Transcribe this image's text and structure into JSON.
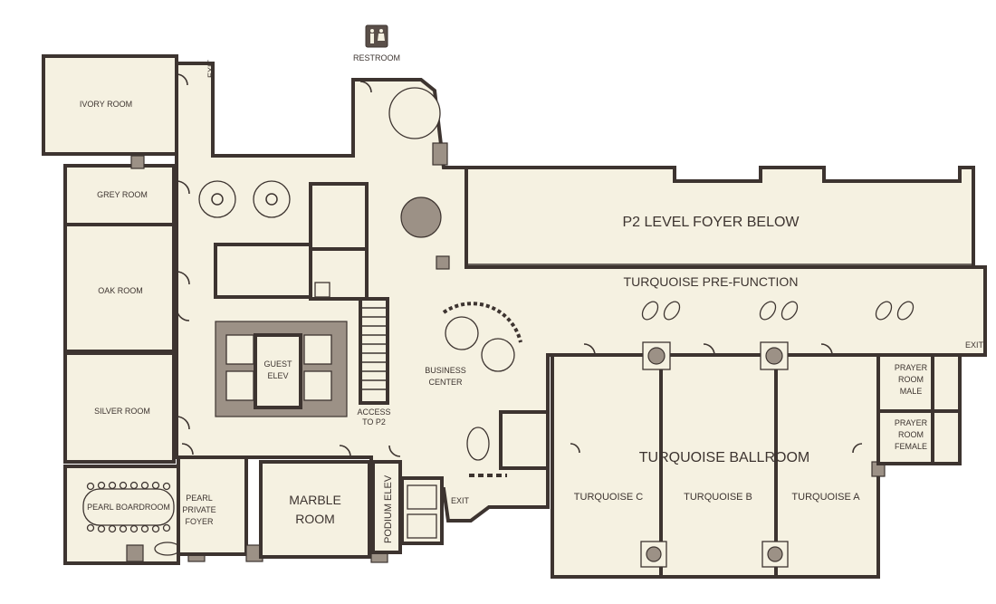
{
  "rooms": {
    "ivory": "IVORY ROOM",
    "grey": "GREY ROOM",
    "oak": "OAK ROOM",
    "silver": "SILVER ROOM",
    "pearl_boardroom": "PEARL BOARDROOM",
    "pearl_foyer_1": "PEARL",
    "pearl_foyer_2": "PRIVATE",
    "pearl_foyer_3": "FOYER",
    "marble_1": "MARBLE",
    "marble_2": "ROOM",
    "podium_elev": "PODIUM ELEV",
    "guest_elev_1": "GUEST",
    "guest_elev_2": "ELEV",
    "access_1": "ACCESS",
    "access_2": "TO P2",
    "business_1": "BUSINESS",
    "business_2": "CENTER",
    "restroom": "RESTROOM",
    "p2_foyer": "P2 LEVEL FOYER BELOW",
    "prefunction": "TURQUOISE PRE-FUNCTION",
    "ballroom": "TURQUOISE BALLROOM",
    "turq_a": "TURQUOISE A",
    "turq_b": "TURQUOISE B",
    "turq_c": "TURQUOISE C",
    "prayer_male_1": "PRAYER",
    "prayer_male_2": "ROOM",
    "prayer_male_3": "MALE",
    "prayer_female_1": "PRAYER",
    "prayer_female_2": "ROOM",
    "prayer_female_3": "FEMALE"
  },
  "exits": {
    "exit_top": "EXIT",
    "exit_right": "EXIT",
    "exit_bottom": "EXIT"
  },
  "icons": {
    "restroom": "restroom-icon",
    "elevator": "elevator-icon",
    "plant": "plant-icon"
  },
  "colors": {
    "floor": "#f5f1e1",
    "wall": "#3d3430"
  }
}
